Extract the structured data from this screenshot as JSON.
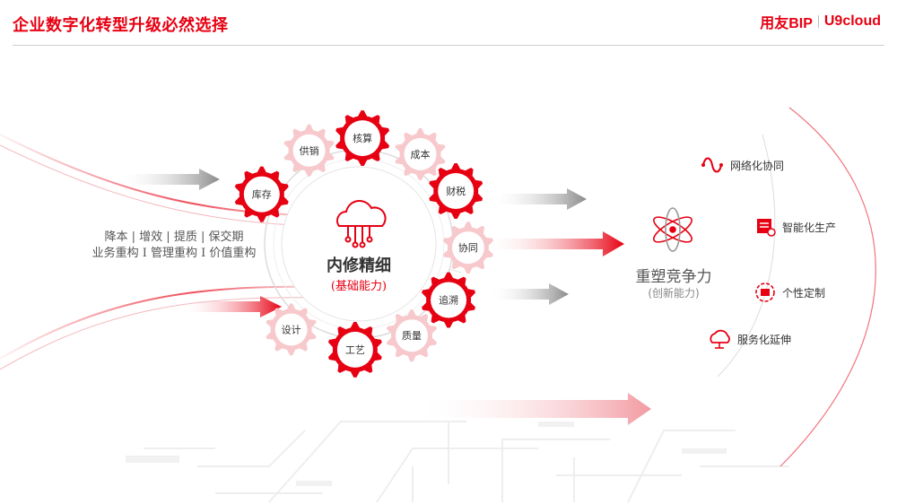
{
  "header": {
    "title": "企业数字化转型升级必然选择",
    "logo_left": "用友BIP",
    "logo_right": "U9cloud"
  },
  "left_text": {
    "line1": "降本 | 增效 | 提质 | 保交期",
    "line2": "业务重构 I 管理重构 I 价值重构"
  },
  "center": {
    "title": "内修精细",
    "subtitle": "(基础能力)"
  },
  "gears": [
    {
      "label": "库存",
      "style": "red"
    },
    {
      "label": "供销",
      "style": "pink"
    },
    {
      "label": "核算",
      "style": "red"
    },
    {
      "label": "成本",
      "style": "pink"
    },
    {
      "label": "财税",
      "style": "red"
    },
    {
      "label": "协同",
      "style": "pink"
    },
    {
      "label": "追溯",
      "style": "red"
    },
    {
      "label": "质量",
      "style": "pink"
    },
    {
      "label": "工艺",
      "style": "red"
    },
    {
      "label": "设计",
      "style": "pink"
    }
  ],
  "right": {
    "title": "重塑竞争力",
    "subtitle": "(创新能力)"
  },
  "capabilities": [
    {
      "label": "网络化协同",
      "icon": "network-collaboration-icon"
    },
    {
      "label": "智能化生产",
      "icon": "smart-production-icon"
    },
    {
      "label": "个性定制",
      "icon": "customization-icon"
    },
    {
      "label": "服务化延伸",
      "icon": "service-cloud-icon"
    }
  ],
  "colors": {
    "accent": "#e60012",
    "pink": "#f7c9cc",
    "gray": "#9a9a9a"
  }
}
